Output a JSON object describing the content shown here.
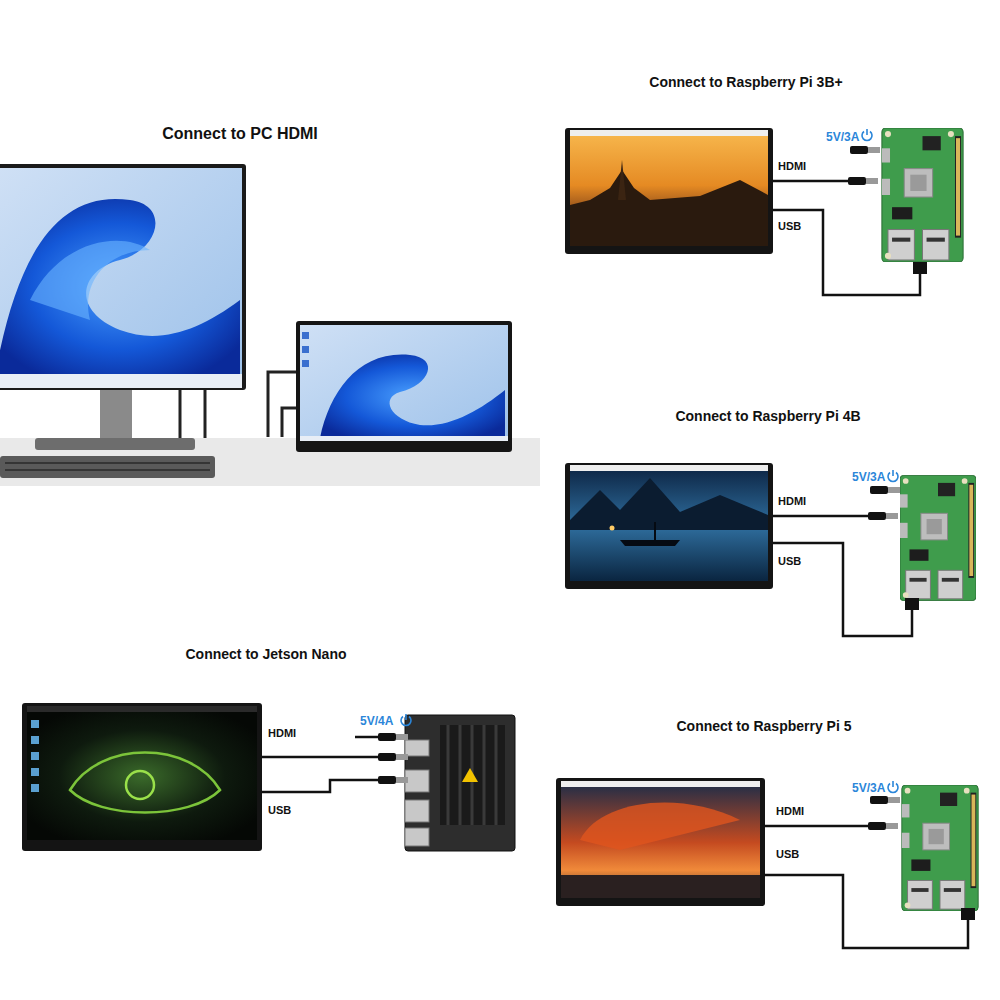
{
  "diagram": {
    "labels": [
      "Connect to Raspberry Pi 3B+",
      "5V/3A",
      "HDMI",
      "USB",
      "Connect to PC HDMI",
      "Connect to Raspberry Pi 4B",
      "5V/3A",
      "HDMI",
      "USB",
      "Connect to Jetson Nano",
      "5V/4A",
      "HDMI",
      "USB",
      "Connect to Raspberry Pi 5",
      "5V/3A",
      "HDMI",
      "USB"
    ]
  }
}
